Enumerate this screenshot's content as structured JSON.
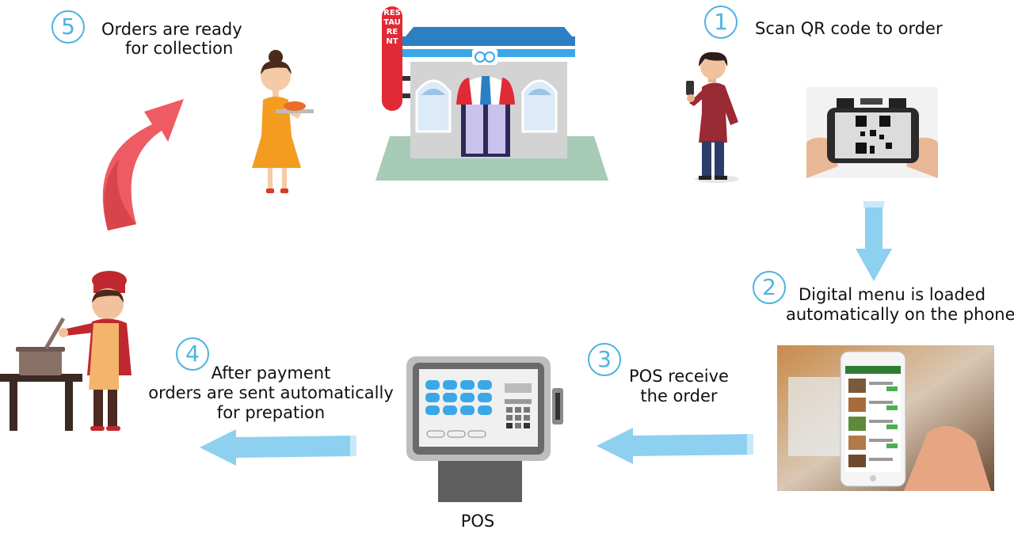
{
  "steps": [
    {
      "number": "1",
      "text": [
        "Scan QR code to order"
      ]
    },
    {
      "number": "2",
      "text": [
        "Digital menu is loaded",
        "automatically on the phone"
      ]
    },
    {
      "number": "3",
      "text": [
        "POS receive",
        "the order"
      ]
    },
    {
      "number": "4",
      "text": [
        "After payment",
        "orders are sent automatically",
        "for prepation"
      ]
    },
    {
      "number": "5",
      "text": [
        "Orders are ready",
        "for collection"
      ]
    }
  ],
  "pos_label": "POS",
  "restaurant_sign": "RESTAURENT",
  "colors": {
    "accent": "#4db3e0",
    "arrow": "#8dd0ef",
    "curved_arrow": "#ef5b63",
    "sign_red": "#e02a35"
  },
  "icons": [
    "person-phone-icon",
    "qr-code-phone-icon",
    "menu-phone-icon",
    "pos-terminal-icon",
    "chef-icon",
    "waitress-icon",
    "restaurant-icon"
  ]
}
